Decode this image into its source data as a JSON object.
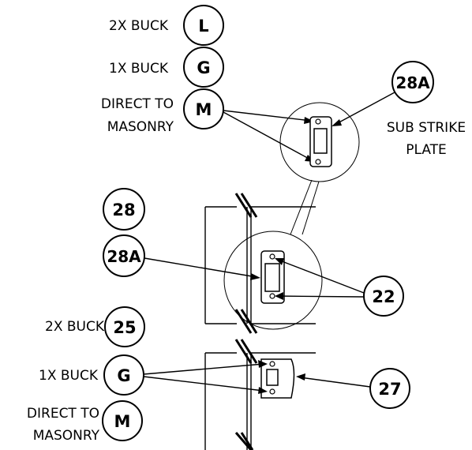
{
  "top_group": {
    "label_2x": "2X BUCK",
    "label_1x": "1X BUCK",
    "label_direct_line1": "DIRECT TO",
    "label_direct_line2": "MASONRY",
    "bubble_2x": "L",
    "bubble_1x": "G",
    "bubble_direct": "M"
  },
  "sub_strike": {
    "bubble": "28A",
    "label_line1": "SUB STRIKE",
    "label_line2": "PLATE"
  },
  "middle_group": {
    "bubble_top": "28",
    "bubble_bottom": "28A",
    "bubble_right": "22"
  },
  "bottom_group": {
    "label_2x": "2X BUCK",
    "label_1x": "1X BUCK",
    "label_direct_line1": "DIRECT TO",
    "label_direct_line2": "MASONRY",
    "bubble_2x": "25",
    "bubble_1x": "G",
    "bubble_direct": "M",
    "bubble_right": "27"
  }
}
